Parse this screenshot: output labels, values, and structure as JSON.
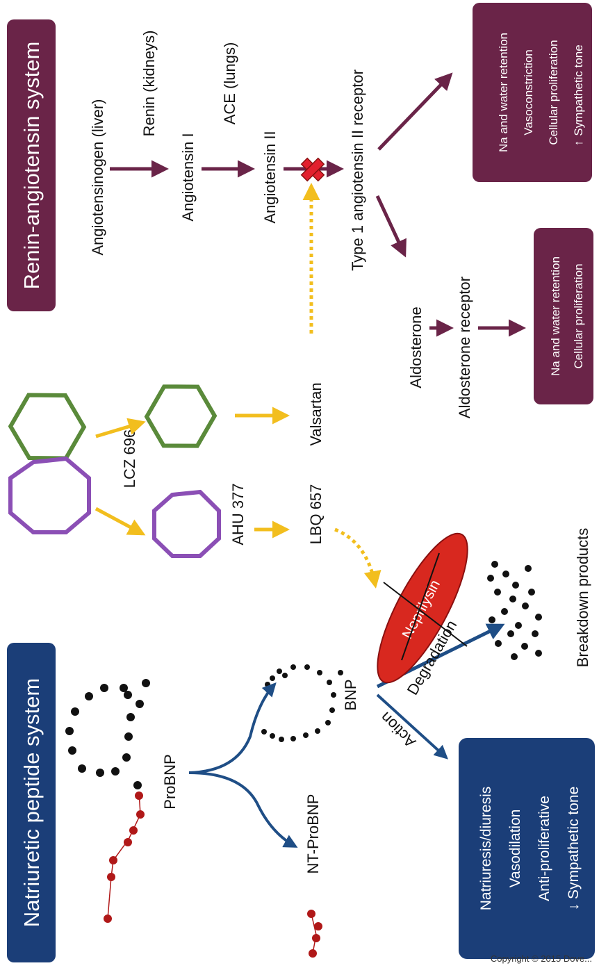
{
  "colors": {
    "ras_maroon": "#6a2448",
    "nps_blue": "#1b3e78",
    "arrow_blue": "#1f4e86",
    "drug_yellow": "#f2be1e",
    "valsartan_green": "#5a8a3a",
    "sacubitril_purple": "#8b4fb5",
    "neprilysin_red": "#d8281f",
    "peptide_red": "#b01818",
    "block_red": "#e2202e"
  },
  "ras": {
    "title": "Renin-angiotensin system",
    "angiotensinogen": "Angiotensinogen (liver)",
    "renin": "Renin (kidneys)",
    "angiotensin_i": "Angiotensin I",
    "ace": "ACE (lungs)",
    "angiotensin_ii": "Angiotensin II",
    "at1_receptor": "Type 1 angiotensin II receptor",
    "aldosterone": "Aldosterone",
    "aldosterone_receptor": "Aldosterone receptor",
    "effects_at1": [
      "Na and water retention",
      "Vasoconstriction",
      "Cellular proliferation",
      "Sympathetic tone"
    ],
    "effects_aldosterone": [
      "Na and water retention",
      "Cellular proliferation"
    ],
    "up_arrow": "↑",
    "block_icon": "block-x-icon"
  },
  "drug": {
    "combo": "LCZ 696",
    "prodrug": "AHU 377",
    "active": "LBQ 657",
    "arb": "Valsartan"
  },
  "nps": {
    "title": "Natriuretic peptide system",
    "probnp": "ProBNP",
    "bnp": "BNP",
    "nt_probnp": "NT-ProBNP",
    "neprilysin": "Neprilysin",
    "degradation": "Degradation",
    "breakdown": "Breakdown products",
    "action": "Action",
    "effects": [
      "Natriuresis/diuresis",
      "Vasodilation",
      "Anti-proliferative",
      "↓ Sympathetic tone"
    ]
  },
  "copyright": "Copyright © 2015 Dove..."
}
